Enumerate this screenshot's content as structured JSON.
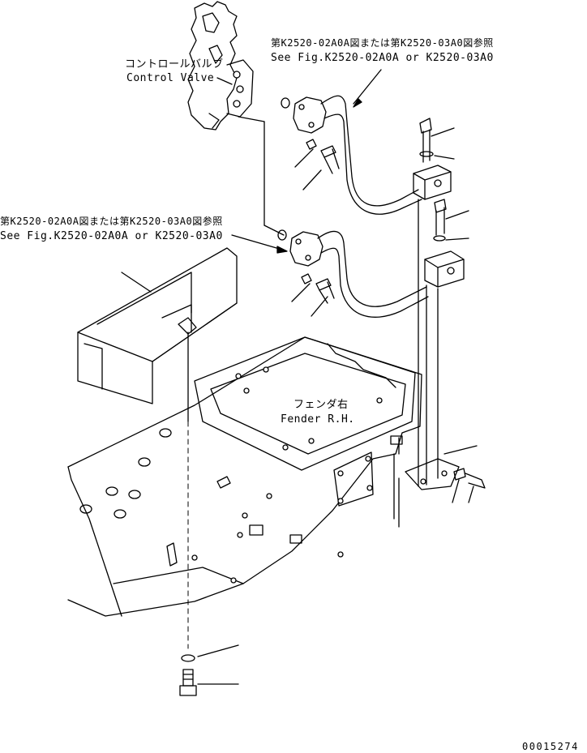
{
  "labels": {
    "control_valve_jp": "コントロールバルブ",
    "control_valve_en": "Control Valve",
    "ref_upper_jp": "第K2520-02A0A図または第K2520-03A0図参照",
    "ref_upper_en": "See Fig.K2520-02A0A or K2520-03A0",
    "ref_lower_jp": "第K2520-02A0A図または第K2520-03A0図参照",
    "ref_lower_en": "See Fig.K2520-02A0A or K2520-03A0",
    "fender_jp": "フェンダ右",
    "fender_en": "Fender R.H.",
    "drawing_number": "00015274"
  },
  "colors": {
    "line": "#000000",
    "background": "#ffffff"
  }
}
